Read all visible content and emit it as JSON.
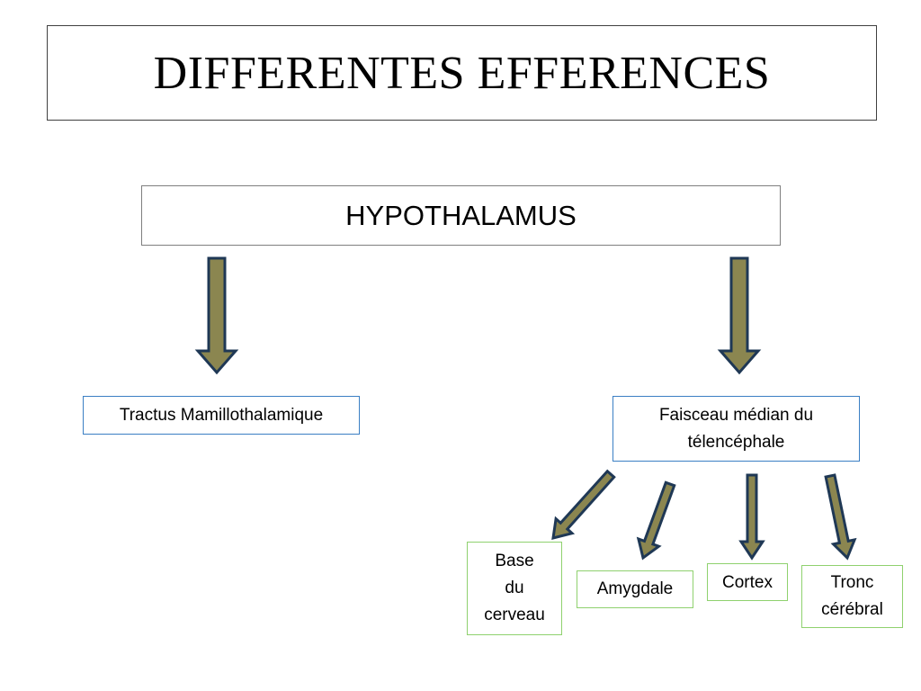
{
  "title": "DIFFERENTES EFFERENCES",
  "root": "HYPOTHALAMUS",
  "branches": {
    "left": "Tractus Mamillothalamique",
    "right": [
      "Faisceau médian du",
      "télencéphale"
    ]
  },
  "targets": {
    "base": [
      "Base",
      "du",
      "cerveau"
    ],
    "amygdale": "Amygdale",
    "cortex": "Cortex",
    "tronc": [
      "Tronc",
      "cérébral"
    ]
  },
  "colors": {
    "arrow_fill": "#8b8650",
    "arrow_stroke": "#1f3855",
    "level1_border": "#3b7fc4",
    "level2_border": "#8fd16e"
  }
}
